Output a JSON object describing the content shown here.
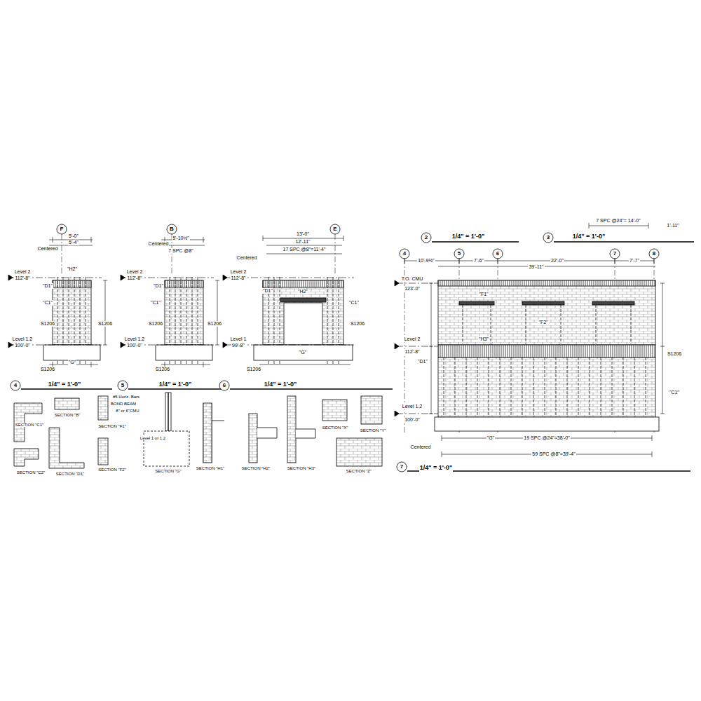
{
  "diagram": {
    "labels": [
      "F",
      "5'-0\"",
      "5'-4\"",
      "Centered",
      "Level 2",
      "112'-8\"",
      "\"D1\"",
      "\"C1\"",
      "\"H2\"",
      "S1206",
      "S1206",
      "Level 1.2",
      "100'-0\"",
      "S1206",
      "\"G\"",
      "4",
      "1/4\" = 1'-0\"",
      "B",
      "5'-10½\"",
      "Centered",
      "7 SPC @8\"",
      "Level 2",
      "112'-8\"",
      "\"D1\"",
      "\"C1\"",
      "S1206",
      "S1206",
      "Level 1.2",
      "100'-0\"",
      "S1206",
      "5",
      "1/4\" = 1'-0\"",
      "E",
      "13'-0\"",
      "12'-11\"",
      "Centered",
      "17 SPC @8\"=11'-4\"",
      "Level 2",
      "112'-8\"",
      "\"D1\"",
      "\"H2\"",
      "\"C1\"",
      "Level 1",
      "99'-8\"",
      "S1206",
      "\"G\"",
      "S1206",
      "6",
      "1/4\" = 1'-0\"",
      "SECTION \"C1\"",
      "SECTION \"B\"",
      "SECTION \"C2\"",
      "SECTION \"D1\"",
      "SECTION \"F1\"",
      "SECTION \"F2\"",
      "SECTION \"G\"",
      "SECTION \"H1\"",
      "SECTION \"H2\"",
      "SECTION \"H3\"",
      "SECTION \"X\"",
      "SECTION \"Y\"",
      "SECTION \"Z\"",
      "#5 Horiz. Bars",
      "BOND BEAM",
      "8\" or 6\"CMU",
      "Level 1 or 1.2",
      "2",
      "1/4\" = 1'-0\"",
      "3",
      "1/4\" = 1'-0\"",
      "7 SPC @24\"= 14'-0\"",
      "1'-11\"",
      "4",
      "5",
      "6",
      "7",
      "8",
      "10'-9½\"",
      "7'-6\"",
      "22'-0\"",
      "7'-7\"",
      "39'-11\"",
      "T.O. CMU",
      "123'-0\"",
      "\"F1\"",
      "\"F2\"",
      "\"H3\"",
      "Level 2",
      "112'-8\"",
      "\"D1\"",
      "\"C1\"",
      "Level 1.2",
      "100'-0\"",
      "\"G\"",
      "19 SPC @24\"=38'-0\"",
      "59 SPC @8\"=39'-4\"",
      "7",
      "1/4\" = 1'-0\"",
      "Centered",
      "S1206"
    ]
  }
}
